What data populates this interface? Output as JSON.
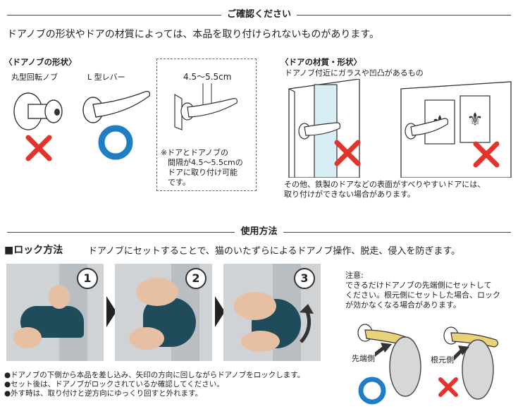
{
  "section1": {
    "title": "ご確認ください"
  },
  "intro": "ドアノブの形状やドアの材質によっては、本品を取り付けられないものがあります。",
  "knob_shape": {
    "heading": "〈ドアノブの形状〉",
    "round_label": "丸型回転ノブ",
    "lever_label": "L 型レバー",
    "gap_label": "4.5〜5.5cm",
    "gap_note": [
      "※ドアとドアノブの",
      "間隔が4.5〜5.5cmの",
      "ドアに取り付け可能",
      "です。"
    ]
  },
  "door_material": {
    "heading": "〈ドアの材質・形状〉",
    "glass_label": "ドアノブ付近にガラスや凹凸があるもの",
    "note": [
      "その他、鉄製のドアなどの表面がすべりやすいドアには、",
      "取り付けができない場合があります。"
    ]
  },
  "section2": {
    "title": "使用方法"
  },
  "lock": {
    "heading": "■ロック方法",
    "desc": "ドアノブにセットすることで、猫のいたずらによるドアノブ操作、脱走、侵入を防ぎます。",
    "steps": [
      "1",
      "2",
      "3"
    ]
  },
  "caution": {
    "title": "注意:",
    "lines": [
      "できるだけドアノブの先端側にセットして",
      "ください。根元側にセットした場合、ロック",
      "が効かなくなる場合があります。"
    ],
    "tip_label": "先端側",
    "base_label": "根元側"
  },
  "bullets": [
    "●ドアノブの下側から本品を差し込み、矢印の方向に回しながらドアノブをロックします。",
    "●セット後は、ドアノブがロックされているか確認してください。",
    "●外す時は、取り付けと逆方向にゆっくり回すと外れます。"
  ],
  "colors": {
    "ok": "#1f7fc4",
    "ng": "#e3342b",
    "product": "#1f4b5a",
    "gold": "#e9d27a"
  }
}
